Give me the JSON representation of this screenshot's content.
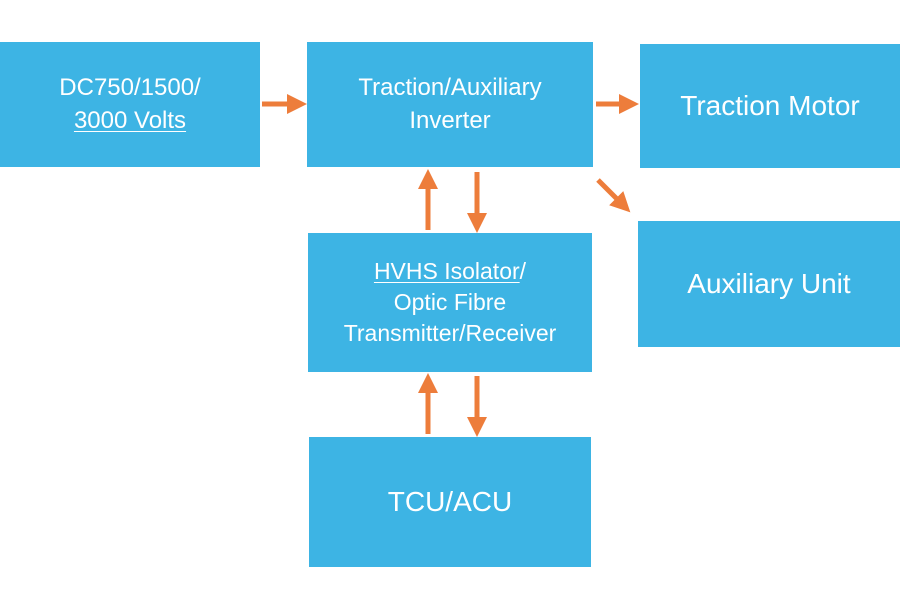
{
  "colors": {
    "block_fill": "#3db4e4",
    "block_text": "#ffffff",
    "arrow": "#ed7d3b",
    "background": "#ffffff"
  },
  "blocks": {
    "source": {
      "line1": "DC750/1500/",
      "line2": "3000 Volts"
    },
    "inverter": {
      "line1": "Traction/Auxiliary",
      "line2": "Inverter"
    },
    "motor": {
      "label": "Traction Motor"
    },
    "aux_unit": {
      "label": "Auxiliary Unit"
    },
    "isolator": {
      "line1_underlined": "HVHS Isolator",
      "line1_suffix": "/",
      "line2": "Optic Fibre",
      "line3": "Transmitter/Receiver"
    },
    "tcu": {
      "label": "TCU/ACU"
    }
  }
}
